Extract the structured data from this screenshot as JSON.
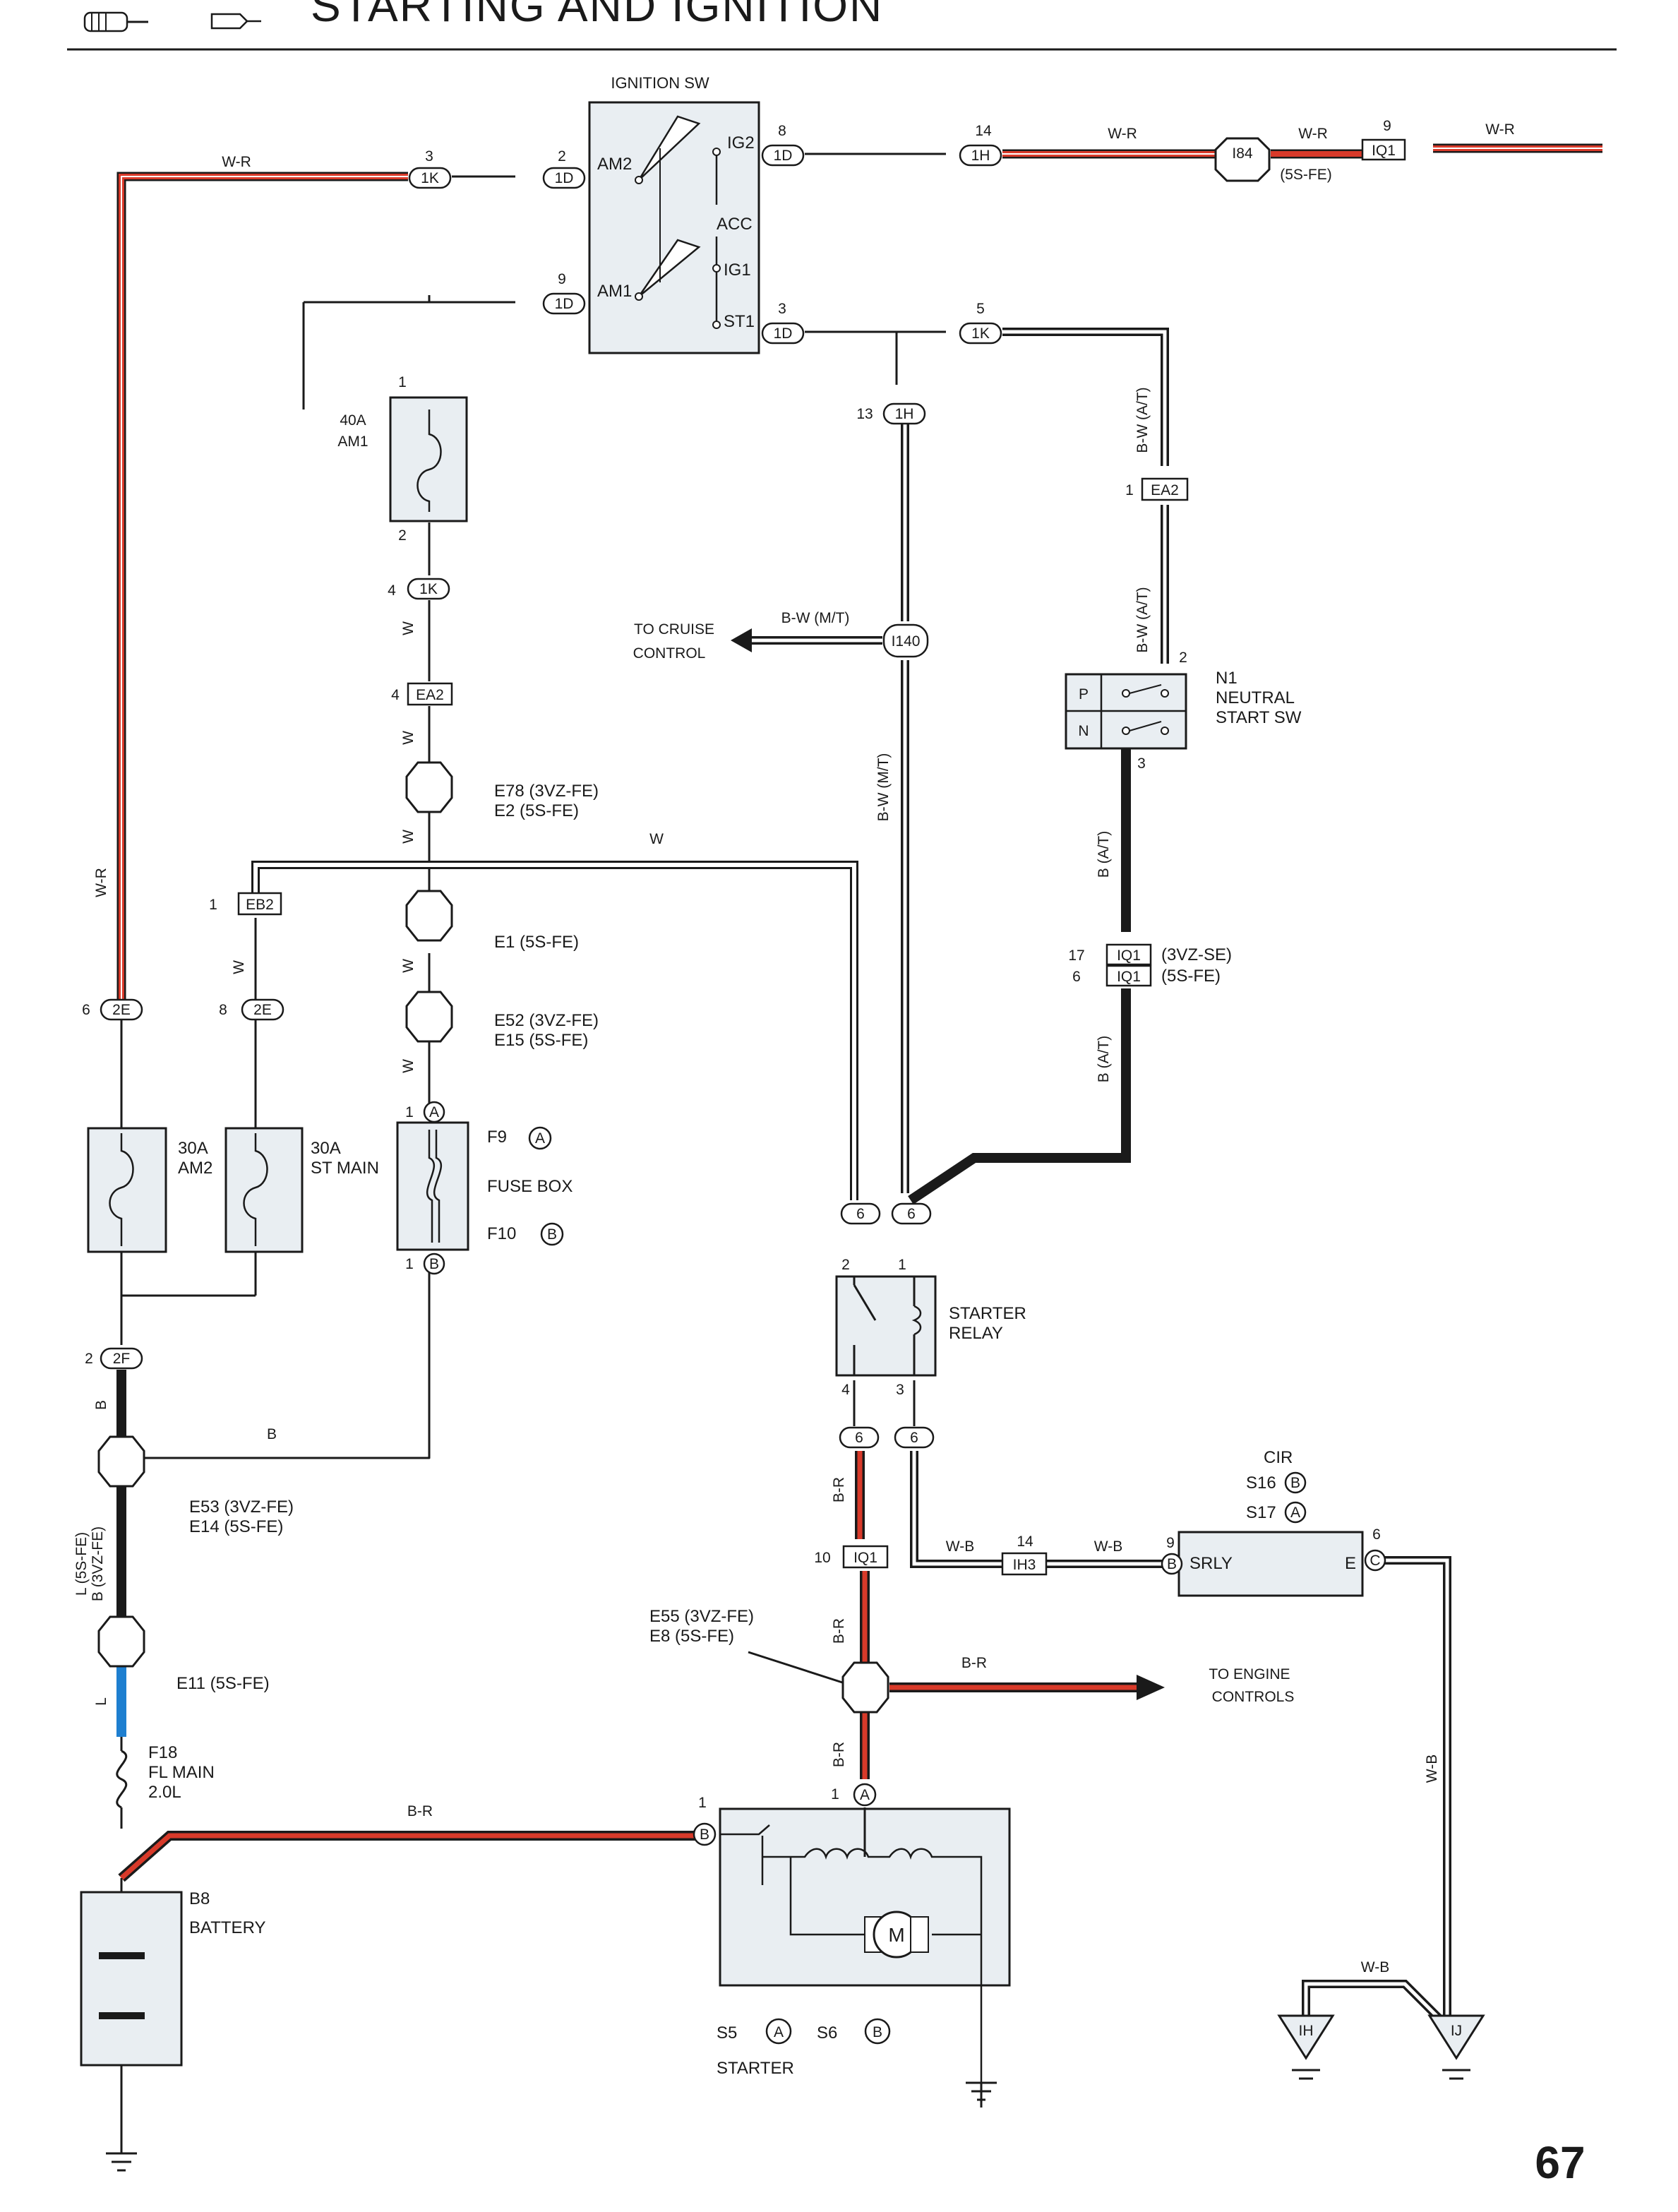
{
  "header": {
    "title": "STARTING AND IGNITION",
    "page_number": "67"
  },
  "colors": {
    "red": "#d83a2a",
    "black": "#1a1a1a",
    "blue": "#1e7fd0",
    "white_wire": "#ffffff",
    "box_fill": "#e9eef2"
  },
  "components": {
    "ignition_sw": {
      "label": "IGNITION SW",
      "t_am2": "AM2",
      "t_am1": "AM1",
      "t_ig2": "IG2",
      "t_acc": "ACC",
      "t_ig1": "IG1",
      "t_st1": "ST1"
    },
    "fuse_am1": {
      "l1": "40A",
      "l2": "AM1"
    },
    "fuse_am2": {
      "l1": "30A",
      "l2": "AM2"
    },
    "fuse_st_main": {
      "l1": "30A",
      "l2": "ST MAIN"
    },
    "fuse_box": {
      "label": "FUSE BOX",
      "f9": "F9",
      "f10": "F10",
      "a": "A",
      "b": "B"
    },
    "fl_main": {
      "l1": "F18",
      "l2": "FL MAIN",
      "l3": "2.0L"
    },
    "battery": {
      "l1": "B8",
      "l2": "BATTERY"
    },
    "neutral_sw": {
      "l1": "N1",
      "l2": "NEUTRAL",
      "l3": "START SW",
      "p": "P",
      "n": "N"
    },
    "starter_relay": {
      "l1": "STARTER",
      "l2": "RELAY"
    },
    "starter": {
      "s5": "S5",
      "s6": "S6",
      "a": "A",
      "b": "B",
      "label": "STARTER",
      "motor": "M"
    },
    "cir": {
      "label": "CIR",
      "s16": "S16",
      "s17": "S17",
      "a": "A",
      "b": "B",
      "srly": "SRLY",
      "e": "E"
    },
    "to_cruise": {
      "l1": "TO CRUISE",
      "l2": "CONTROL"
    },
    "to_engine": {
      "l1": "TO ENGINE",
      "l2": "CONTROLS"
    },
    "ground_ih": "IH",
    "ground_ij": "IJ"
  },
  "connectors": {
    "1K": "1K",
    "1D": "1D",
    "1H": "1H",
    "IQ1": "IQ1",
    "I84": "I84",
    "EA2": "EA2",
    "EB2": "EB2",
    "2E": "2E",
    "2F": "2F",
    "I140": "I140",
    "IH3": "IH3",
    "six": "6",
    "A": "A",
    "B": "B",
    "C": "C"
  },
  "splices": {
    "e78": "E78 (3VZ-FE)",
    "e2": "E2 (5S-FE)",
    "e1": "E1 (5S-FE)",
    "e52": "E52 (3VZ-FE)",
    "e15": "E15 (5S-FE)",
    "e53": "E53 (3VZ-FE)",
    "e14": "E14 (5S-FE)",
    "e11": "E11 (5S-FE)",
    "e55": "E55 (3VZ-FE)",
    "e8": "E8 (5S-FE)"
  },
  "notes": {
    "i84_variant": "(5S-FE)",
    "iq1_3vz": "(3VZ-SE)",
    "iq1_5s": "(5S-FE)"
  },
  "wire_colors": {
    "w_r": "W-R",
    "w": "W",
    "b": "B",
    "l": "L",
    "b_r": "B-R",
    "w_b": "W-B",
    "b_w_mt": "B-W (M/T)",
    "b_w_at": "B-W (A/T)",
    "b_at": "B (A/T)",
    "l_5s": "L (5S-FE)",
    "b_3vz": "B (3VZ-FE)"
  },
  "pins": {
    "p1": "1",
    "p2": "2",
    "p3": "3",
    "p4": "4",
    "p5": "5",
    "p6": "6",
    "p8": "8",
    "p9": "9",
    "p10": "10",
    "p13": "13",
    "p14": "14",
    "p17": "17"
  }
}
